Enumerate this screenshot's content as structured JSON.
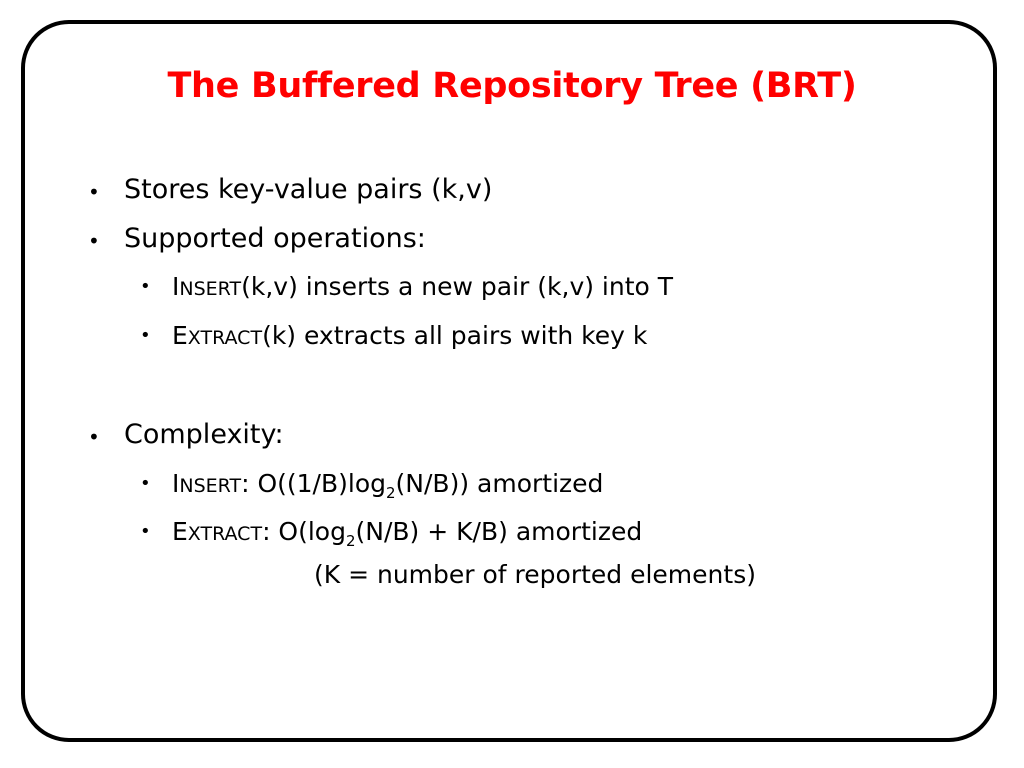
{
  "slide": {
    "title": "The Buffered Repository Tree (BRT)",
    "title_color": "#ff0000",
    "text_color": "#000000",
    "bullet_symbol": "•",
    "bullets": [
      {
        "text": "Stores key-value pairs (k,v)"
      },
      {
        "text": "Supported operations:"
      },
      {
        "op_initial": "I",
        "op_rest": "NSERT",
        "text": "(k,v) inserts a new pair (k,v) into T"
      },
      {
        "op_initial": "E",
        "op_rest": "XTRACT",
        "text": "(k) extracts all pairs with key k"
      },
      {
        "text": "Complexity:"
      },
      {
        "op_initial": "I",
        "op_rest": "NSERT",
        "pre": ": O((1/B)log",
        "sub": "2",
        "post": "(N/B)) amortized"
      },
      {
        "op_initial": "E",
        "op_rest": "XTRACT",
        "pre": ": O(log",
        "sub": "2",
        "post": "(N/B) + K/B) amortized",
        "continuation": "(K = number of reported elements)"
      }
    ]
  }
}
